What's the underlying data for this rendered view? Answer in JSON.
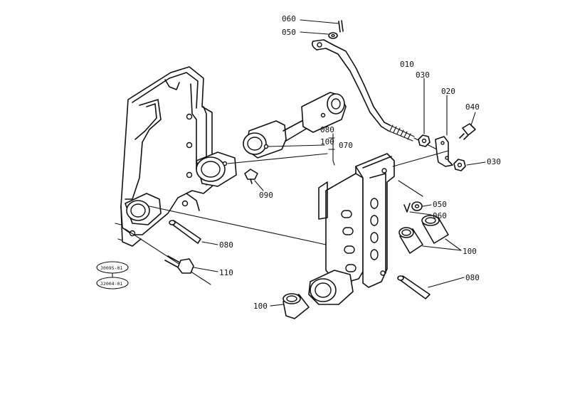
{
  "labels": {
    "l060_top": "060",
    "l050_top": "050",
    "l010": "010",
    "l030_a": "030",
    "l020": "020",
    "l040": "040",
    "l030_b": "030",
    "l080_mid": "080",
    "l100_mid": "100",
    "l070": "070",
    "l090": "090",
    "l050_right": "050",
    "l060_right": "060",
    "l100_right": "100",
    "l080_left": "080",
    "l110": "110",
    "l080_right": "080",
    "l100_bottom": "100"
  },
  "refs": {
    "ref_top": "J0095-01",
    "ref_bottom": "J2004-01"
  }
}
